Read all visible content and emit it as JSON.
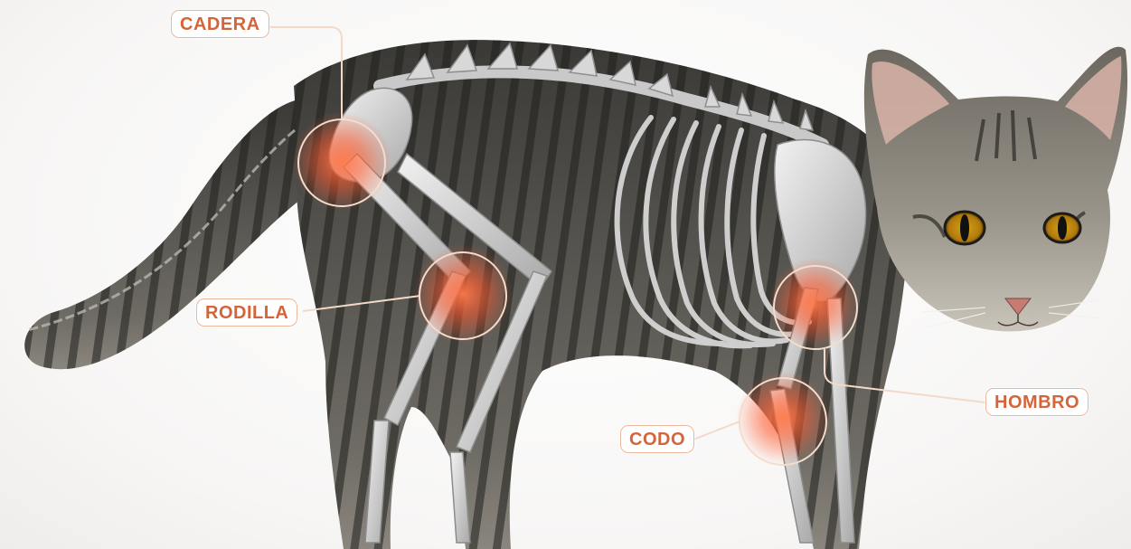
{
  "labels": {
    "hip": "CADERA",
    "knee": "RODILLA",
    "elbow": "CODO",
    "shoulder": "HOMBRO"
  },
  "colors": {
    "label_text": "#d4653a",
    "label_border": "#e9b89a",
    "joint_glow": "#ff6a3d",
    "leader_line": "#f3d9c8"
  }
}
